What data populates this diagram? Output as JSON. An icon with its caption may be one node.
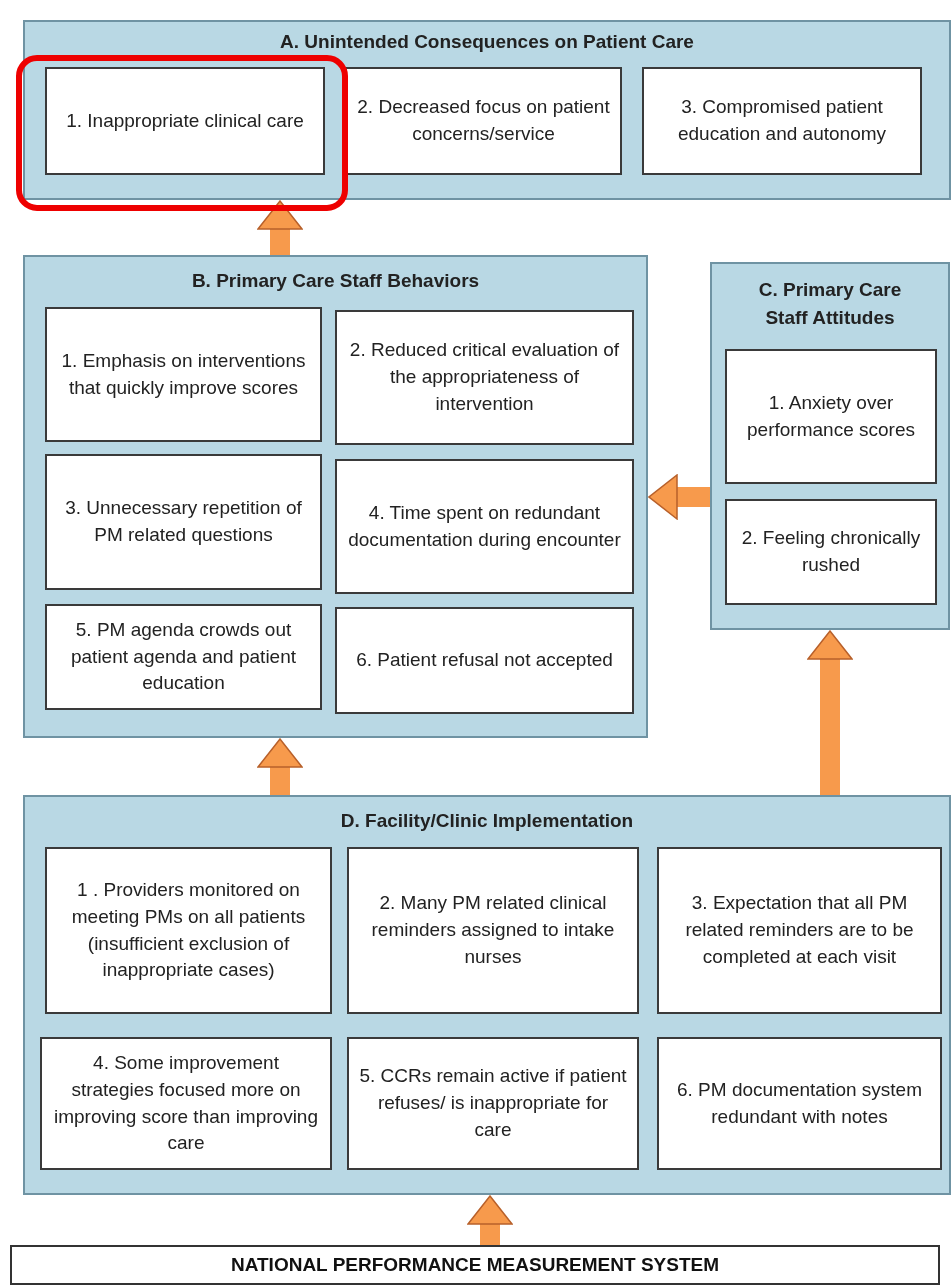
{
  "diagram": {
    "nodes": [
      {
        "text": [
          "A. Unintended Consequences on Patient Care"
        ]
      },
      {
        "text": [
          "1. Inappropriate clinical care"
        ],
        "in": 0
      },
      {
        "text": [
          "2. Decreased focus on patient concerns/service"
        ],
        "in": 0
      },
      {
        "text": [
          "3. Compromised patient education and autonomy"
        ],
        "in": 0
      },
      {
        "text": [
          "B. Primary Care Staff Behaviors"
        ]
      },
      {
        "text": [
          "1. Emphasis on interventions that quickly improve scores"
        ],
        "in": 4
      },
      {
        "text": [
          "2. Reduced critical evaluation of the appropriateness of intervention"
        ],
        "in": 4
      },
      {
        "text": [
          "3. Unnecessary repetition of PM related questions"
        ],
        "in": 4
      },
      {
        "text": [
          "4. Time spent on redundant documentation during encounter"
        ],
        "in": 4
      },
      {
        "text": [
          "5. PM agenda crowds out patient agenda and patient education"
        ],
        "in": 4
      },
      {
        "text": [
          "6. Patient refusal not accepted"
        ],
        "in": 4
      },
      {
        "text": [
          "C. Primary Care Staff Attitudes"
        ]
      },
      {
        "text": [
          "1. Anxiety over performance scores"
        ],
        "in": 11
      },
      {
        "text": [
          "2. Feeling chronically rushed"
        ],
        "in": 11
      },
      {
        "text": [
          "D. Facility/Clinic Implementation"
        ]
      },
      {
        "text": [
          "1 . Providers monitored on meeting PMs on all patients (insufficient exclusion of inappropriate cases)"
        ],
        "in": 14
      },
      {
        "text": [
          "2. Many PM related clinical reminders assigned to intake nurses"
        ],
        "in": 14
      },
      {
        "text": [
          "3. Expectation that all PM related reminders are to be completed at each visit"
        ],
        "in": 14
      },
      {
        "text": [
          "4. Some improvement strategies focused more on improving score than improving care"
        ],
        "in": 14
      },
      {
        "text": [
          "5. CCRs remain active if patient refuses/ is inappropriate for care"
        ],
        "in": 14
      },
      {
        "text": [
          "6. PM documentation system redundant with notes"
        ],
        "in": 14
      },
      {
        "text": [
          "NATIONAL PERFORMANCE MEASUREMENT SYSTEM"
        ]
      }
    ],
    "edges": [
      {
        "from": 4,
        "to": 0,
        "arrow": "to"
      },
      {
        "from": 11,
        "to": 4,
        "arrow": "to"
      },
      {
        "from": 14,
        "to": 4,
        "arrow": "to"
      },
      {
        "from": 14,
        "to": 11,
        "arrow": "to"
      },
      {
        "from": 21,
        "to": 14,
        "arrow": "to"
      }
    ]
  }
}
